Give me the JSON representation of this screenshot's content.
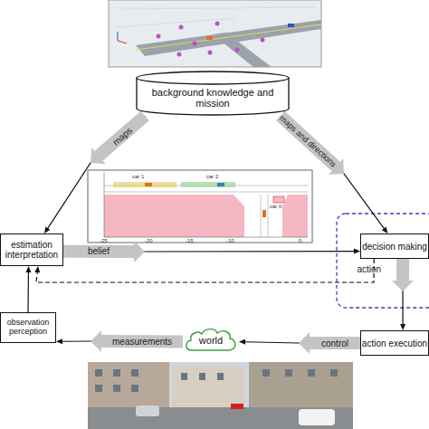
{
  "diagram": {
    "nodes": [
      {
        "text": [
          "background knowledge and mission"
        ]
      },
      {
        "text": [
          "estimation interpretation"
        ]
      },
      {
        "text": [
          "decision making"
        ]
      },
      {
        "text": [
          "observation perception"
        ]
      },
      {
        "text": [
          "action execution"
        ]
      },
      {
        "text": [
          "world"
        ]
      }
    ],
    "edges": [
      {
        "from": 0,
        "to": 1,
        "label": "maps",
        "arrow": "to"
      },
      {
        "from": 0,
        "to": 2,
        "label": "maps and directions",
        "arrow": "to"
      },
      {
        "from": 1,
        "to": 2,
        "label": "belief",
        "arrow": "to"
      },
      {
        "from": 2,
        "to": 4,
        "label": "action",
        "arrow": "to"
      },
      {
        "from": 4,
        "to": 5,
        "label": "control",
        "arrow": "to"
      },
      {
        "from": 5,
        "to": 3,
        "label": "measurements",
        "arrow": "to"
      },
      {
        "from": 3,
        "to": 1,
        "arrow": "to"
      },
      {
        "from": 2,
        "to": 1,
        "arrow": "to"
      }
    ],
    "labels": [
      "car 1",
      "car 2",
      "car 0",
      "-25",
      "-20",
      "-15",
      "-10",
      "0"
    ]
  }
}
